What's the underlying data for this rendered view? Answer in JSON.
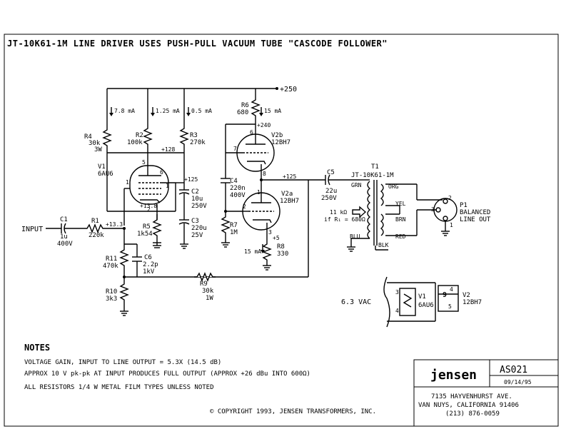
{
  "title": "JT-10K61-1M LINE DRIVER USES PUSH-PULL VACUUM TUBE \"CASCODE FOLLOWER\"",
  "supply": "+250",
  "input_label": "INPUT",
  "components": {
    "C1": [
      "C1",
      "1u",
      "400V"
    ],
    "R1": [
      "R1",
      "220k"
    ],
    "R2": [
      "R2",
      "100k"
    ],
    "R3": [
      "R3",
      "270k"
    ],
    "R4": [
      "R4",
      "30k",
      "3W"
    ],
    "R5": [
      "R5",
      "1k54"
    ],
    "R6": [
      "R6",
      "680"
    ],
    "R7": [
      "R7",
      "1M"
    ],
    "R8": [
      "R8",
      "330"
    ],
    "R9": [
      "R9",
      "30k",
      "1W"
    ],
    "R10": [
      "R10",
      "3k3"
    ],
    "R11": [
      "R11",
      "470k"
    ],
    "C2": [
      "C2",
      "10u",
      "250V"
    ],
    "C3": [
      "C3",
      "220u",
      "25V"
    ],
    "C4": [
      "C4",
      "220n",
      "400V"
    ],
    "C5": [
      "C5",
      "22u",
      "250V"
    ],
    "C6": [
      "C6",
      "2.2p",
      "1kV"
    ],
    "V1": [
      "V1",
      "6AU6"
    ],
    "V2a": [
      "V2a",
      "12BH7"
    ],
    "V2b": [
      "V2b",
      "12BH7"
    ],
    "T1": [
      "T1",
      "JT-10K61-1M"
    ],
    "P1": [
      "P1",
      "BALANCED",
      "LINE OUT"
    ]
  },
  "currents": [
    "7.8 mA",
    "1.25 mA",
    "0.5 mA",
    "15 mA",
    "15 mA"
  ],
  "voltages": [
    "+128",
    "+125",
    "+240",
    "+125",
    "+13.8",
    "+13.3",
    "+5"
  ],
  "pins": [
    "1",
    "2",
    "3",
    "5",
    "6",
    "7",
    "8",
    "5",
    "6",
    "2",
    "1",
    "3",
    "4",
    "9",
    "5"
  ],
  "transformer": {
    "wires": [
      "GRN",
      "ORG",
      "YEL",
      "BRN",
      "RED",
      "BLU",
      "BLK"
    ],
    "impedance_note": [
      "11 kΩ",
      "if R₁ = 680Ω"
    ]
  },
  "heater": {
    "supply": "6.3 VAC",
    "v1": [
      "V1",
      "6AU6"
    ],
    "v2": [
      "V2",
      "12BH7"
    ]
  },
  "notes": {
    "heading": "NOTES",
    "items": [
      "VOLTAGE GAIN, INPUT TO LINE OUTPUT = 5.3X (14.5 dB)",
      "APPROX 10 V pk-pk AT INPUT PRODUCES FULL OUTPUT (APPROX +26 dBu INTO 600Ω)",
      "ALL RESISTORS 1/4 W METAL FILM TYPES UNLESS NOTED"
    ]
  },
  "copyright": "© COPYRIGHT 1993, JENSEN TRANSFORMERS, INC.",
  "title_block": {
    "logo": "jensen",
    "drawing_no": "AS021",
    "date": "09/14/95",
    "address": [
      "7135 HAYVENHURST AVE.",
      "VAN NUYS, CALIFORNIA 91406",
      "(213) 876-0059"
    ]
  }
}
